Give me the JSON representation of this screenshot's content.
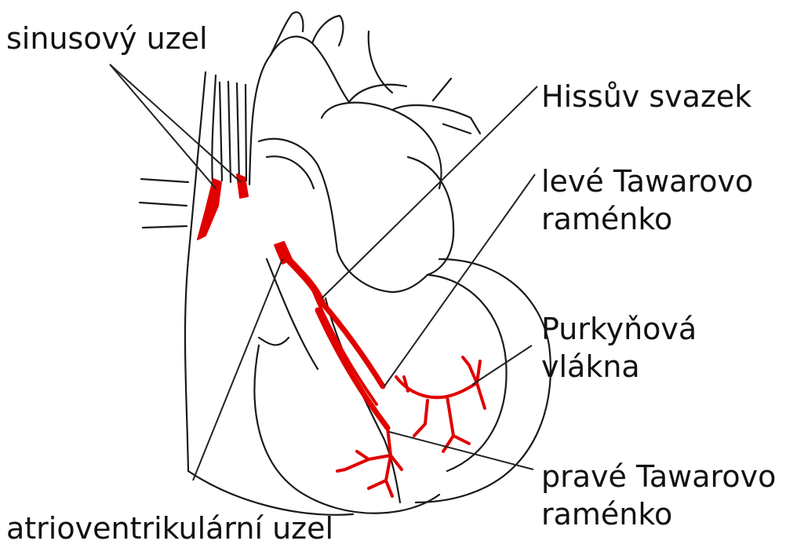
{
  "labels": {
    "sinus_node": "sinusový uzel",
    "his_bundle": "Hissův svazek",
    "left_bundle": [
      "levé Tawarovo",
      "raménko"
    ],
    "purkinje": [
      "Purkyňová",
      "vlákna"
    ],
    "right_bundle": [
      "pravé Tawarovo",
      "raménko"
    ],
    "av_node": "atrioventrikulární uzel"
  },
  "colors": {
    "outline": "#1a1a1a",
    "conduction": "#e00000",
    "leader": "#222222"
  }
}
